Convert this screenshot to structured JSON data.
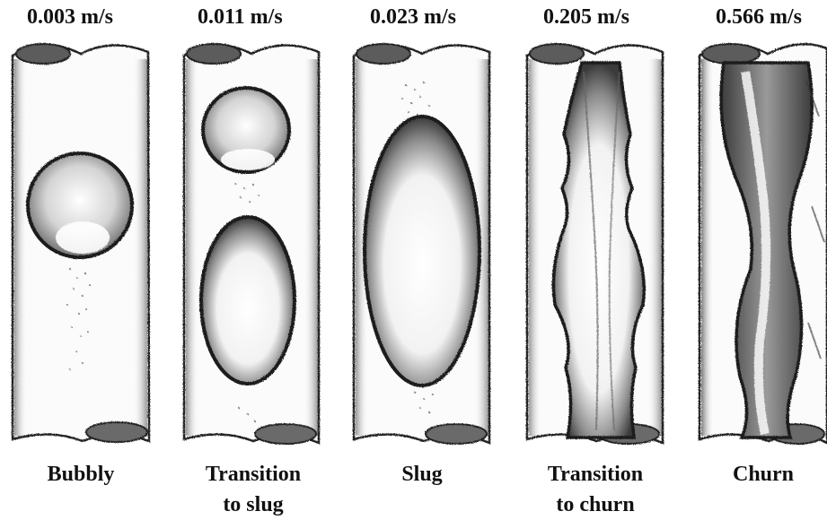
{
  "panels": [
    {
      "velocity": "0.003 m/s",
      "label_line1": "Bubbly",
      "label_line2": ""
    },
    {
      "velocity": "0.011 m/s",
      "label_line1": "Transition",
      "label_line2": "to slug"
    },
    {
      "velocity": "0.023 m/s",
      "label_line1": "Slug",
      "label_line2": ""
    },
    {
      "velocity": "0.205 m/s",
      "label_line1": "Transition",
      "label_line2": "to churn"
    },
    {
      "velocity": "0.566 m/s",
      "label_line1": "Churn",
      "label_line2": ""
    }
  ]
}
